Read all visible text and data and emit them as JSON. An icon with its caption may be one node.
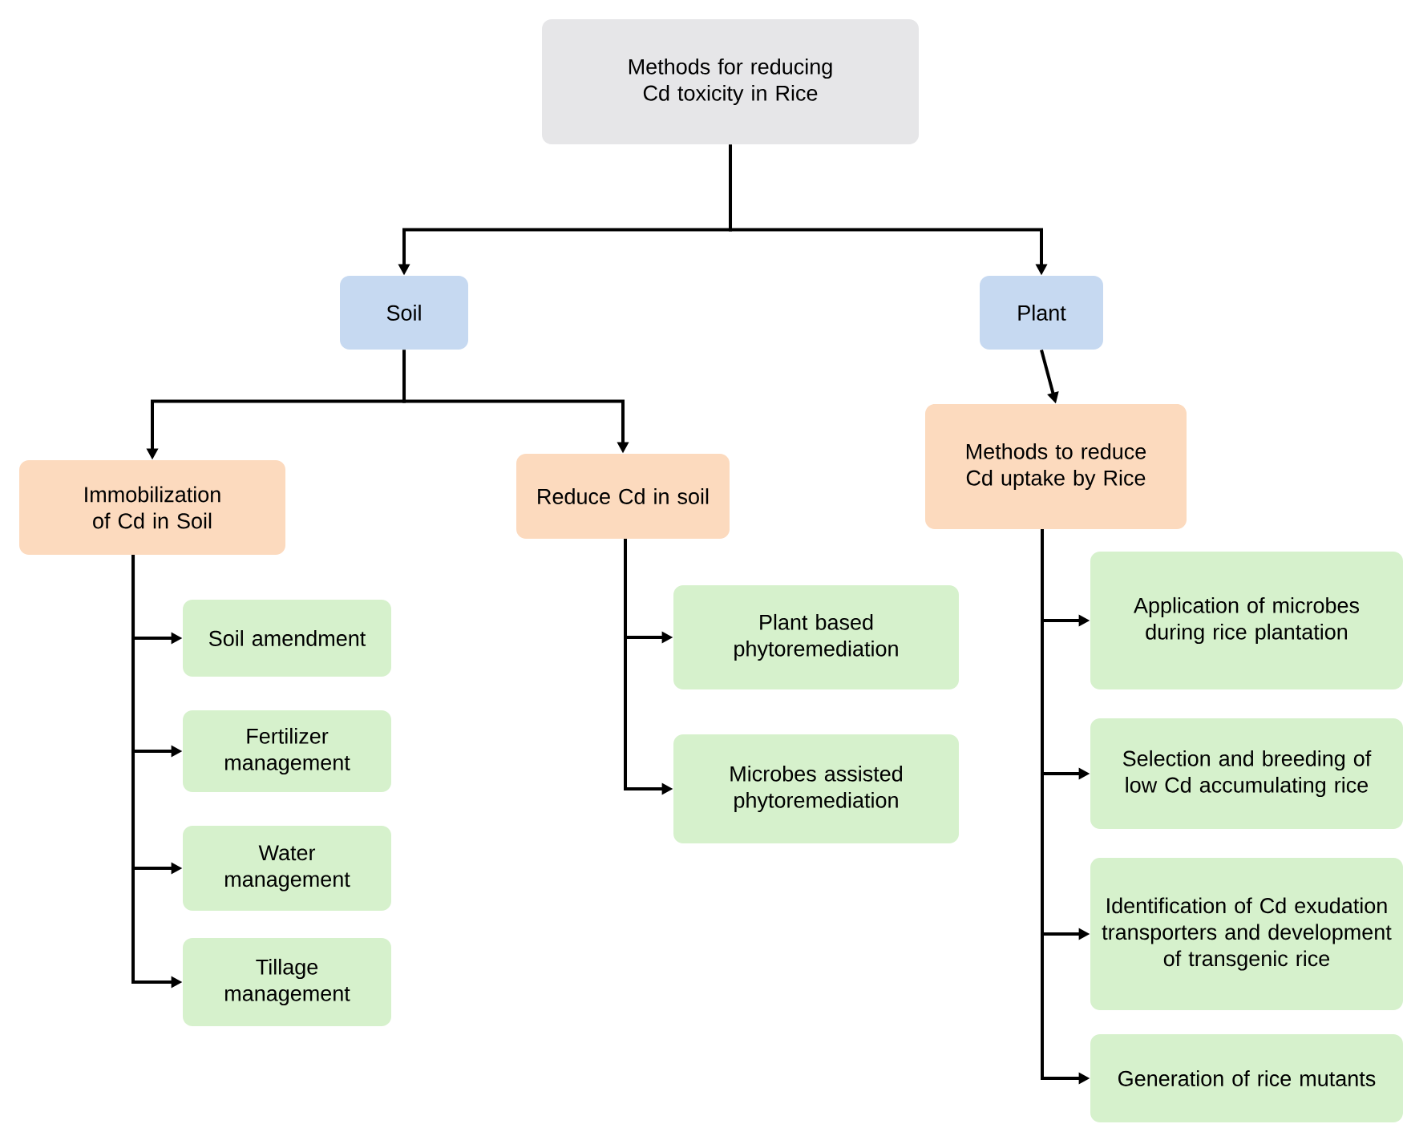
{
  "diagram": {
    "nodes": [
      {
        "text": [
          "Methods for reducing Cd toxicity in Rice"
        ]
      },
      {
        "text": [
          "Soil"
        ]
      },
      {
        "text": [
          "Plant"
        ]
      },
      {
        "text": [
          "Immobilization of Cd in Soil"
        ]
      },
      {
        "text": [
          "Reduce Cd in soil"
        ]
      },
      {
        "text": [
          "Methods to reduce Cd uptake by Rice"
        ]
      },
      {
        "text": [
          "Soil amendment"
        ]
      },
      {
        "text": [
          "Fertilizer management"
        ]
      },
      {
        "text": [
          "Water management"
        ]
      },
      {
        "text": [
          "Tillage management"
        ]
      },
      {
        "text": [
          "Plant based phytoremediation"
        ]
      },
      {
        "text": [
          "Microbes assisted phytoremediation"
        ]
      },
      {
        "text": [
          "Application of microbes during rice plantation"
        ]
      },
      {
        "text": [
          "Selection and breeding of low Cd accumulating rice"
        ]
      },
      {
        "text": [
          "Identification of Cd exudation transporters and development of transgenic rice"
        ]
      },
      {
        "text": [
          "Generation of rice mutants"
        ]
      }
    ],
    "edges": [
      {
        "from": 0,
        "to": 1,
        "arrow": "to"
      },
      {
        "from": 0,
        "to": 2,
        "arrow": "to"
      },
      {
        "from": 1,
        "to": 3,
        "arrow": "to"
      },
      {
        "from": 1,
        "to": 4,
        "arrow": "to"
      },
      {
        "from": 2,
        "to": 5,
        "arrow": "to"
      },
      {
        "from": 3,
        "to": 6,
        "arrow": "to"
      },
      {
        "from": 3,
        "to": 7,
        "arrow": "to"
      },
      {
        "from": 3,
        "to": 8,
        "arrow": "to"
      },
      {
        "from": 3,
        "to": 9,
        "arrow": "to"
      },
      {
        "from": 4,
        "to": 10,
        "arrow": "to"
      },
      {
        "from": 4,
        "to": 11,
        "arrow": "to"
      },
      {
        "from": 5,
        "to": 12,
        "arrow": "to"
      },
      {
        "from": 5,
        "to": 13,
        "arrow": "to"
      },
      {
        "from": 5,
        "to": 14,
        "arrow": "to"
      },
      {
        "from": 5,
        "to": 15,
        "arrow": "to"
      }
    ]
  }
}
